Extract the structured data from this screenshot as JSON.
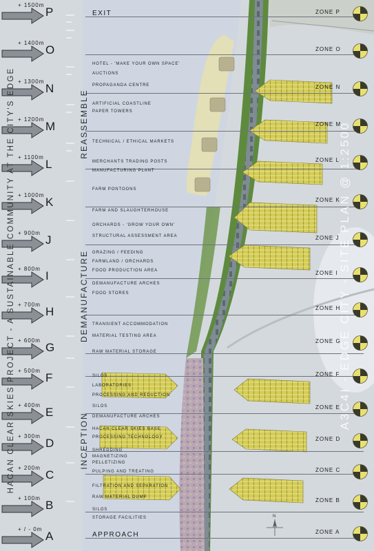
{
  "side_title": "HACAN CLEAR SKIES PROJECT - A SUSTAINABLE COMMUNITY AT THE CITY'S EDGE",
  "plan_title": "A3C4I - EDGE CITY - SITE PLAN @ 1:2500",
  "markers": [
    {
      "distance": "+ 1500m",
      "letter": "P"
    },
    {
      "distance": "+ 1400m",
      "letter": "O"
    },
    {
      "distance": "+ 1300m",
      "letter": "N"
    },
    {
      "distance": "+ 1200m",
      "letter": "M"
    },
    {
      "distance": "+ 1100m",
      "letter": "L"
    },
    {
      "distance": "+ 1000m",
      "letter": "K"
    },
    {
      "distance": "+ 900m",
      "letter": "J"
    },
    {
      "distance": "+ 800m",
      "letter": "I"
    },
    {
      "distance": "+ 700m",
      "letter": "H"
    },
    {
      "distance": "+ 600m",
      "letter": "G"
    },
    {
      "distance": "+ 500m",
      "letter": "F"
    },
    {
      "distance": "+ 400m",
      "letter": "E"
    },
    {
      "distance": "+ 300m",
      "letter": "D"
    },
    {
      "distance": "+ 200m",
      "letter": "C"
    },
    {
      "distance": "+ 100m",
      "letter": "B"
    },
    {
      "distance": "+ / - 0m",
      "letter": "A"
    }
  ],
  "endpoints": {
    "exit": "EXIT",
    "approach": "APPROACH"
  },
  "phases": {
    "reassemble": "REASSEMBLE",
    "demanufacture": "DEMANUFACTURE",
    "inception": "INCEPTION"
  },
  "programme": [
    "HOTEL - 'MAKE YOUR OWN SPACE'",
    "AUCTIONS",
    "PROPAGANDA CENTRE",
    "ARTIFICIAL COASTLINE",
    "PAPER TOWERS",
    "TECHNICAL / ETHICAL MARKETS",
    "MERCHANTS TRADING POSTS",
    "MANUFACTURING PLANT",
    "FARM PONTOONS",
    "FARM AND SLAUGHTERHOUSE",
    "ORCHARDS - 'GROW YOUR OWN'",
    "STRUCTURAL ASSESSMENT AREA",
    "GRAZING / FEEDING",
    "FARMLAND / ORCHARDS",
    "FOOD PRODUCTION AREA",
    "DEMANUFACTURE ARCHES",
    "FOOD STORES",
    "TRANSIENT ACCOMMODATION",
    "MATERIAL TESTING AREA",
    "RAW MATERIAL STORAGE",
    "SILOS",
    "LABORATORIES",
    "PROCESSING AND REDUCTION",
    "SILOS",
    "DEMANUFACTURE ARCHES",
    "HACAN CLEAR SKIES BASE",
    "PROCESSING TECHNOLOGY",
    "SHREDDING",
    "MAGNETIZING",
    "PELLETIZING",
    "PULPING AND TREATING",
    "FILTRATION AND SEPARATION",
    "RAW MATERIAL DUMP",
    "SILOS",
    "STORAGE FACILITIES"
  ],
  "zones": [
    "ZONE P",
    "ZONE O",
    "ZONE N",
    "ZONE M",
    "ZONE L",
    "ZONE K",
    "ZONE J",
    "ZONE I",
    "ZONE H",
    "ZONE G",
    "ZONE F",
    "ZONE E",
    "ZONE D",
    "ZONE C",
    "ZONE B",
    "ZONE A"
  ],
  "north_label": "N",
  "colors": {
    "background": "#d4d9de",
    "water": "#cfd6e2",
    "sand": "#e3dfb6",
    "road": "#7d8a91",
    "trees": "#4d7a34",
    "buildings": "#c9c24c",
    "zone_disc": "#e8e070"
  }
}
